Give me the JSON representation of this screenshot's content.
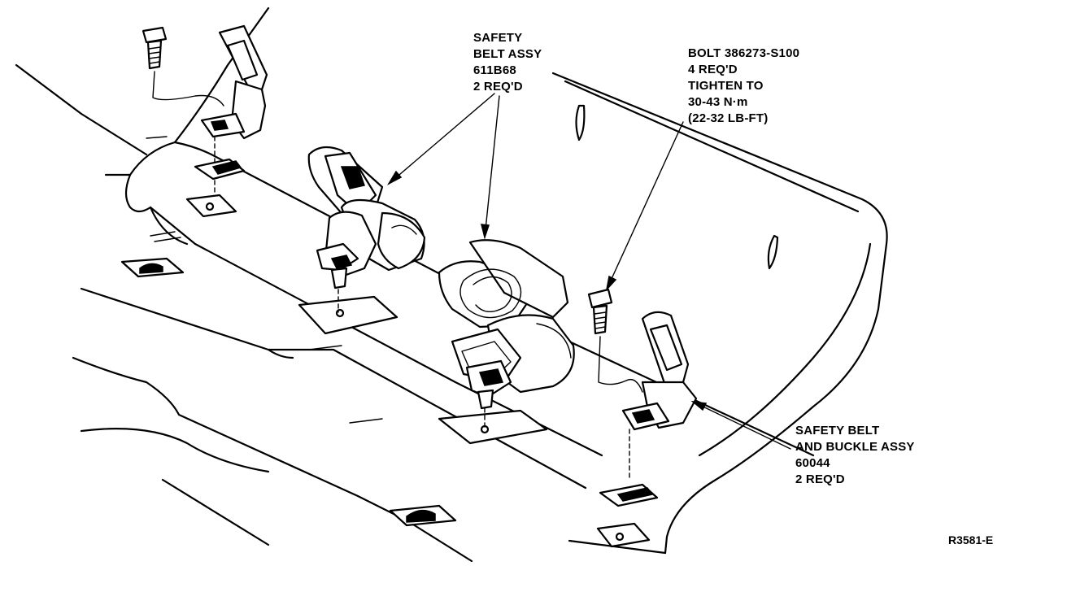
{
  "callouts": {
    "center_belt": [
      "SAFETY",
      "BELT ASSY",
      "611B68",
      "2 REQ'D"
    ],
    "bolt": [
      "BOLT 386273-S100",
      "4 REQ'D",
      "TIGHTEN TO",
      "30-43 N·m",
      "(22-32 LB-FT)"
    ],
    "buckle": [
      "SAFETY BELT",
      "AND BUCKLE ASSY",
      "60044",
      "2 REQ'D"
    ]
  },
  "figure_code": "R3581-E"
}
